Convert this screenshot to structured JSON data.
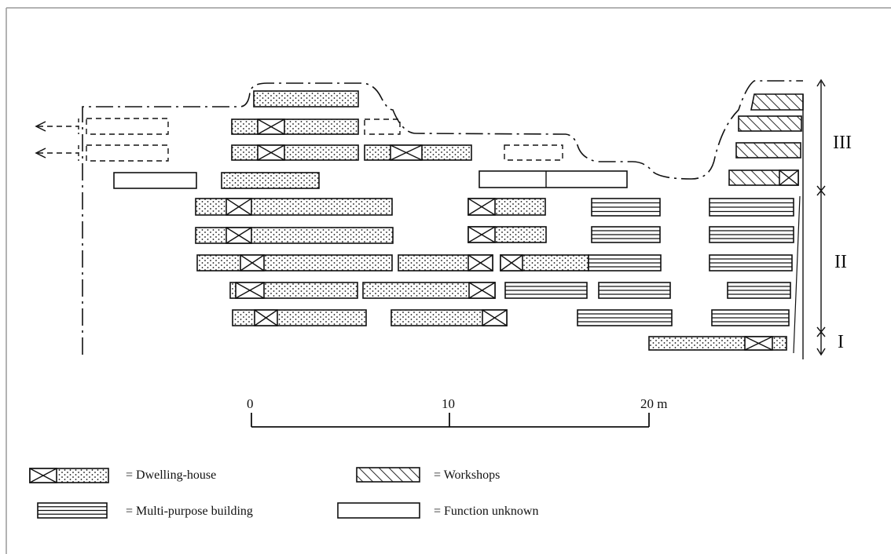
{
  "phases": [
    "III",
    "II",
    "I"
  ],
  "scale": {
    "ticks": [
      "0",
      "10",
      "20 m"
    ]
  },
  "legend": [
    {
      "key": "dwelling",
      "label": "= Dwelling-house"
    },
    {
      "key": "workshop",
      "label": "= Workshops"
    },
    {
      "key": "multi",
      "label": "= Multi-purpose building"
    },
    {
      "key": "unknown",
      "label": "= Function unknown"
    }
  ],
  "colors": {
    "ink": "#111111",
    "paper": "#ffffff",
    "frame": "#9a9a9a"
  },
  "buildings": [
    {
      "phase": "III",
      "row": 0,
      "type": "dwelling-house",
      "from_m": 0,
      "to_m": 5.5
    },
    {
      "phase": "III",
      "row": 1,
      "type": "dwelling-house",
      "from_m": -1,
      "to_m": 5.5
    },
    {
      "phase": "III",
      "row": 2,
      "type": "dwelling-house",
      "from_m": -1,
      "to_m": 5.5
    },
    {
      "phase": "III",
      "row": 2,
      "type": "dwelling-house",
      "from_m": 5.8,
      "to_m": 11
    },
    {
      "phase": "III",
      "row": 3,
      "type": "function-unknown",
      "from_m": -7,
      "to_m": -2.8
    },
    {
      "phase": "III",
      "row": 3,
      "type": "dwelling-house",
      "from_m": -1.5,
      "to_m": 3.5
    },
    {
      "phase": "III",
      "row": 3,
      "type": "function-unknown",
      "from_m": 11.5,
      "to_m": 19
    },
    {
      "phase": "III",
      "type": "workshop",
      "count": 4
    },
    {
      "phase": "II",
      "row": 0,
      "type": "dwelling-house",
      "from_m": -2.8,
      "to_m": 7.2
    },
    {
      "phase": "II",
      "row": 0,
      "type": "dwelling-house",
      "from_m": 11,
      "to_m": 15
    },
    {
      "phase": "II",
      "row": 0,
      "type": "multi-purpose",
      "from_m": 17.2,
      "to_m": 20.7
    },
    {
      "phase": "II",
      "row": 1,
      "type": "dwelling-house",
      "from_m": -2.8,
      "to_m": 7.2
    },
    {
      "phase": "II",
      "row": 1,
      "type": "dwelling-house",
      "from_m": 11,
      "to_m": 15
    },
    {
      "phase": "II",
      "row": 1,
      "type": "multi-purpose",
      "from_m": 17.2,
      "to_m": 20.7
    },
    {
      "phase": "II",
      "row": 2,
      "type": "dwelling-house",
      "from_m": -2.7,
      "to_m": 7.2
    },
    {
      "phase": "II",
      "row": 2,
      "type": "dwelling-house",
      "from_m": 7.4,
      "to_m": 12.2
    },
    {
      "phase": "II",
      "row": 2,
      "type": "dwelling-house",
      "from_m": 12.7,
      "to_m": 17.2
    },
    {
      "phase": "II",
      "row": 2,
      "type": "multi-purpose",
      "from_m": 17.2,
      "to_m": 20.7
    },
    {
      "phase": "II",
      "row": 3,
      "type": "dwelling-house",
      "from_m": -1,
      "to_m": 5.4
    },
    {
      "phase": "II",
      "row": 3,
      "type": "dwelling-house",
      "from_m": 5.6,
      "to_m": 12.3
    },
    {
      "phase": "II",
      "row": 3,
      "type": "multi-purpose",
      "from_m": 12.8,
      "to_m": 17
    },
    {
      "phase": "II",
      "row": 3,
      "type": "multi-purpose",
      "from_m": 17.6,
      "to_m": 21.1
    },
    {
      "phase": "II",
      "row": 4,
      "type": "dwelling-house",
      "from_m": -0.8,
      "to_m": 5.9
    },
    {
      "phase": "II",
      "row": 4,
      "type": "dwelling-house",
      "from_m": 7,
      "to_m": 13
    },
    {
      "phase": "II",
      "row": 4,
      "type": "multi-purpose",
      "from_m": 16.5,
      "to_m": 21.2
    },
    {
      "phase": "I",
      "row": 0,
      "type": "dwelling-house",
      "from_m": 20,
      "to_m": 26.8
    }
  ]
}
